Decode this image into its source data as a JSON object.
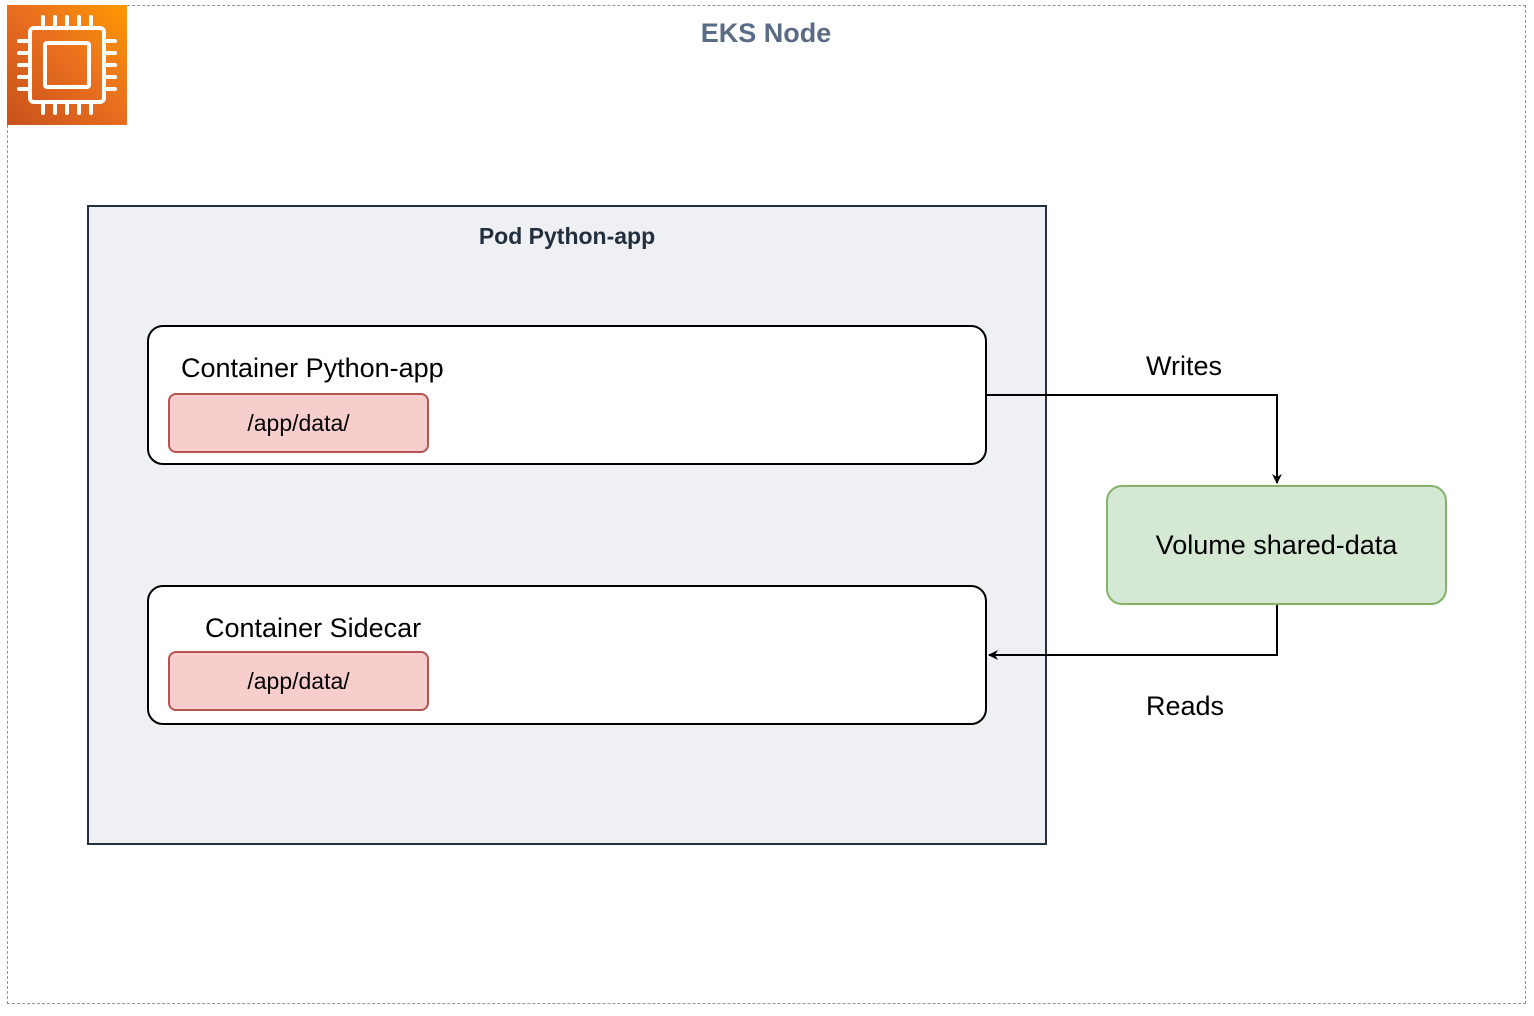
{
  "node": {
    "title": "EKS Node",
    "icon": "ec2-instance-chip-icon"
  },
  "pod": {
    "title": "Pod Python-app"
  },
  "containers": [
    {
      "title": "Container Python-app",
      "mount": "/app/data/"
    },
    {
      "title": "Container Sidecar",
      "mount": "/app/data/"
    }
  ],
  "volume": {
    "label": "Volume shared-data"
  },
  "edges": {
    "writes": "Writes",
    "reads": "Reads"
  },
  "colors": {
    "node_border": "#8a96a6",
    "node_title": "#5a6b86",
    "pod_fill": "#eff0f3",
    "mount_fill": "#f8cecc",
    "mount_border": "#b85450",
    "volume_fill": "#d5e8d4",
    "volume_border": "#82b366",
    "icon_orange": "#e9701f"
  }
}
